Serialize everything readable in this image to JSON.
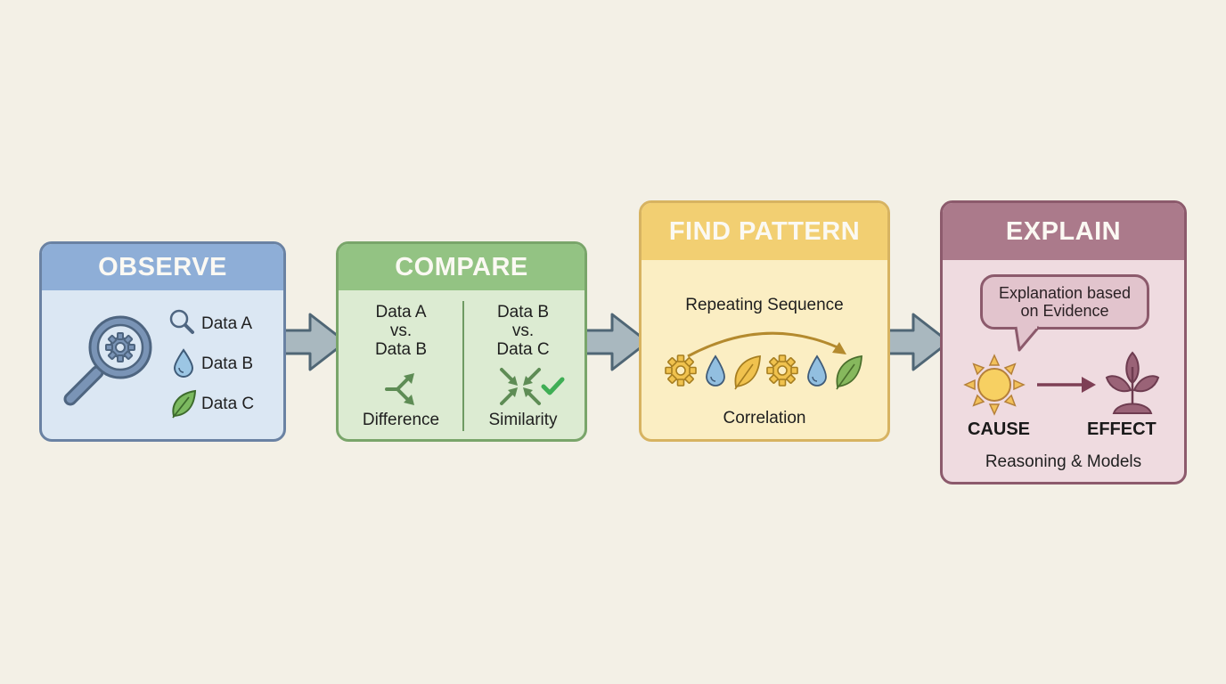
{
  "diagram": {
    "type": "process-flow",
    "colors": {
      "background": "#f3f0e6",
      "observe": "#8eaed7",
      "compare": "#93c383",
      "find_pattern": "#f2cf72",
      "explain": "#ab7a8b",
      "connector_arrow": "#a9b8bf"
    },
    "steps": [
      {
        "title": "OBSERVE",
        "main_icon": "magnifier-gear-icon",
        "items": [
          {
            "icon": "search-icon",
            "label": "Data A"
          },
          {
            "icon": "water-drop-icon",
            "label": "Data B"
          },
          {
            "icon": "leaf-icon",
            "label": "Data C"
          }
        ]
      },
      {
        "title": "COMPARE",
        "columns": [
          {
            "line1": "Data A",
            "line2": "vs.",
            "line3": "Data B",
            "icon": "diverge-arrows-icon",
            "caption": "Difference"
          },
          {
            "line1": "Data B",
            "line2": "vs.",
            "line3": "Data C",
            "icon": "converge-arrows-check-icon",
            "caption": "Similarity"
          }
        ]
      },
      {
        "title": "FIND PATTERN",
        "subtitle": "Repeating Sequence",
        "sequence": [
          "gear-icon",
          "water-drop-icon",
          "leaf-icon",
          "gear-icon",
          "water-drop-icon",
          "leaf-icon"
        ],
        "caption": "Correlation"
      },
      {
        "title": "EXPLAIN",
        "bubble_line1": "Explanation based",
        "bubble_line2": "on Evidence",
        "cause_label": "CAUSE",
        "effect_label": "EFFECT",
        "caption": "Reasoning & Models"
      }
    ]
  }
}
